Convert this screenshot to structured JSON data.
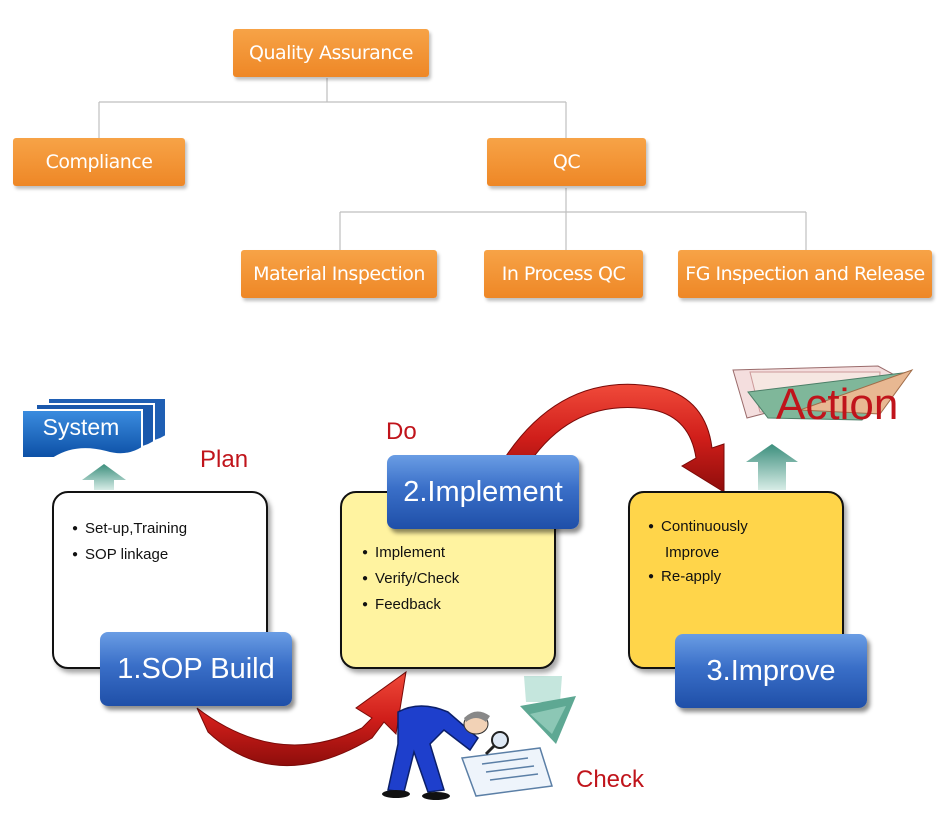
{
  "org_chart": {
    "root": "Quality Assurance",
    "level2": [
      "Compliance",
      "QC"
    ],
    "qc_children": [
      "Material Inspection",
      "In Process QC",
      "FG Inspection and Release"
    ]
  },
  "cycle": {
    "system_label": "System",
    "phases": {
      "plan": "Plan",
      "do": "Do",
      "check": "Check",
      "action": "Action"
    },
    "steps": [
      {
        "title": "1.SOP Build",
        "bullets": [
          "Set-up,Training",
          "SOP linkage"
        ]
      },
      {
        "title": "2.Implement",
        "bullets": [
          "Implement",
          "Verify/Check",
          "Feedback"
        ]
      },
      {
        "title": "3.Improve",
        "bullets": [
          "Continuously",
          "Improve",
          "Re-apply"
        ]
      }
    ]
  },
  "colors": {
    "org_box": "#F09030",
    "step_button": "#3A6FC8",
    "card_yellow": "#FFF3A0",
    "card_gold": "#FFD54A",
    "phase_text": "#C0141B",
    "arrow": "#D8231F"
  },
  "icons": [
    "system-documents-icon",
    "up-arrow-icon",
    "curved-arrow-icon",
    "inspector-with-magnifier-icon",
    "action-papers-icon"
  ]
}
